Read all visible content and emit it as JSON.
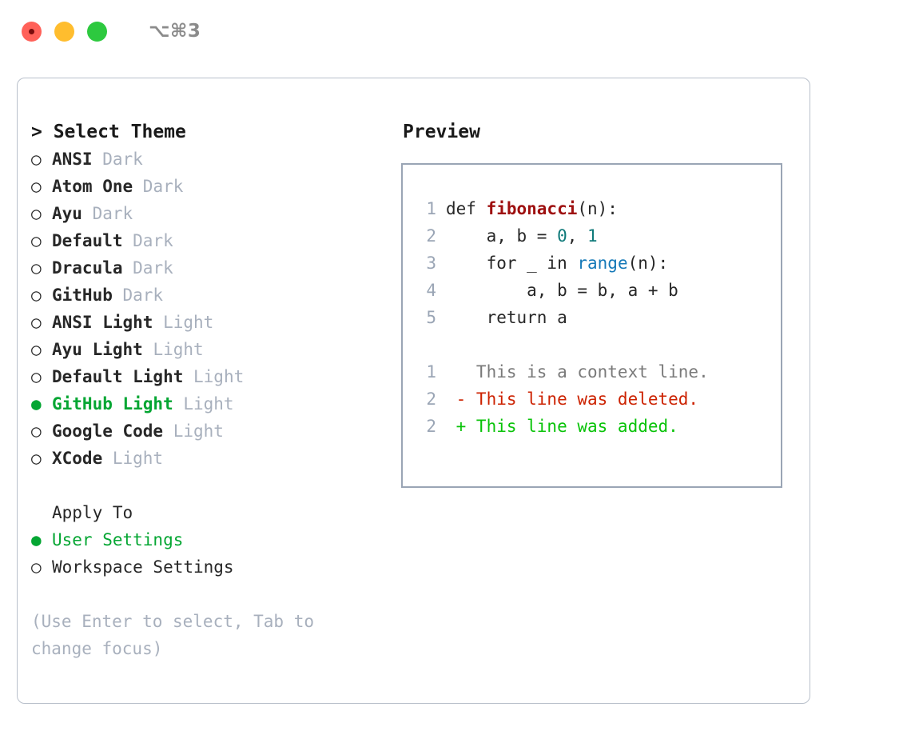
{
  "titlebar": {
    "shortcut": "⌥⌘3",
    "lights": [
      {
        "name": "close",
        "color": "#ff6159"
      },
      {
        "name": "minimize",
        "color": "#ffbd2e"
      },
      {
        "name": "maximize",
        "color": "#2dc93f"
      }
    ]
  },
  "colors": {
    "accent_green": "#05a633",
    "muted": "#a8b0bd",
    "border": "#b9c0cb",
    "preview_border": "#9aa5b5",
    "function_red": "#9e1010",
    "number_teal": "#0f7a7a",
    "call_blue": "#1579b8",
    "diff_add": "#09c309",
    "diff_del": "#cc2200"
  },
  "theme_panel": {
    "header_prompt": "> ",
    "header": "Select Theme",
    "marker_selected": "●",
    "marker_unselected": "○",
    "items": [
      {
        "name": "ANSI",
        "kind": "Dark",
        "selected": false
      },
      {
        "name": "Atom One",
        "kind": "Dark",
        "selected": false
      },
      {
        "name": "Ayu",
        "kind": "Dark",
        "selected": false
      },
      {
        "name": "Default",
        "kind": "Dark",
        "selected": false
      },
      {
        "name": "Dracula",
        "kind": "Dark",
        "selected": false
      },
      {
        "name": "GitHub",
        "kind": "Dark",
        "selected": false
      },
      {
        "name": "ANSI Light",
        "kind": "Light",
        "selected": false
      },
      {
        "name": "Ayu Light",
        "kind": "Light",
        "selected": false
      },
      {
        "name": "Default Light",
        "kind": "Light",
        "selected": false
      },
      {
        "name": "GitHub Light",
        "kind": "Light",
        "selected": true
      },
      {
        "name": "Google Code",
        "kind": "Light",
        "selected": false
      },
      {
        "name": "XCode",
        "kind": "Light",
        "selected": false
      }
    ]
  },
  "apply_to": {
    "header": "Apply To",
    "options": [
      {
        "label": "User Settings",
        "selected": true
      },
      {
        "label": "Workspace Settings",
        "selected": false
      }
    ]
  },
  "hint": "(Use Enter to select, Tab to change focus)",
  "preview": {
    "header": "Preview",
    "code_lines": [
      {
        "lineno": "1",
        "tokens": [
          {
            "t": "def ",
            "cls": "code-text"
          },
          {
            "t": "fibonacci",
            "cls": "tok-fn"
          },
          {
            "t": "(n):",
            "cls": "code-text"
          }
        ]
      },
      {
        "lineno": "2",
        "tokens": [
          {
            "t": "    a, b = ",
            "cls": "code-text"
          },
          {
            "t": "0",
            "cls": "tok-num"
          },
          {
            "t": ", ",
            "cls": "code-text"
          },
          {
            "t": "1",
            "cls": "tok-num"
          }
        ]
      },
      {
        "lineno": "3",
        "tokens": [
          {
            "t": "    for _ in ",
            "cls": "code-text"
          },
          {
            "t": "range",
            "cls": "tok-call"
          },
          {
            "t": "(n):",
            "cls": "code-text"
          }
        ]
      },
      {
        "lineno": "4",
        "tokens": [
          {
            "t": "        a, b = b, a + b",
            "cls": "code-text"
          }
        ]
      },
      {
        "lineno": "5",
        "tokens": [
          {
            "t": "    return a",
            "cls": "code-text"
          }
        ]
      }
    ],
    "diff_lines": [
      {
        "lineno": "1",
        "text": "   This is a context line.",
        "cls": "diff-ctx"
      },
      {
        "lineno": "2",
        "text": " - This line was deleted.",
        "cls": "diff-del"
      },
      {
        "lineno": "2",
        "text": " + This line was added.",
        "cls": "diff-add"
      }
    ]
  }
}
